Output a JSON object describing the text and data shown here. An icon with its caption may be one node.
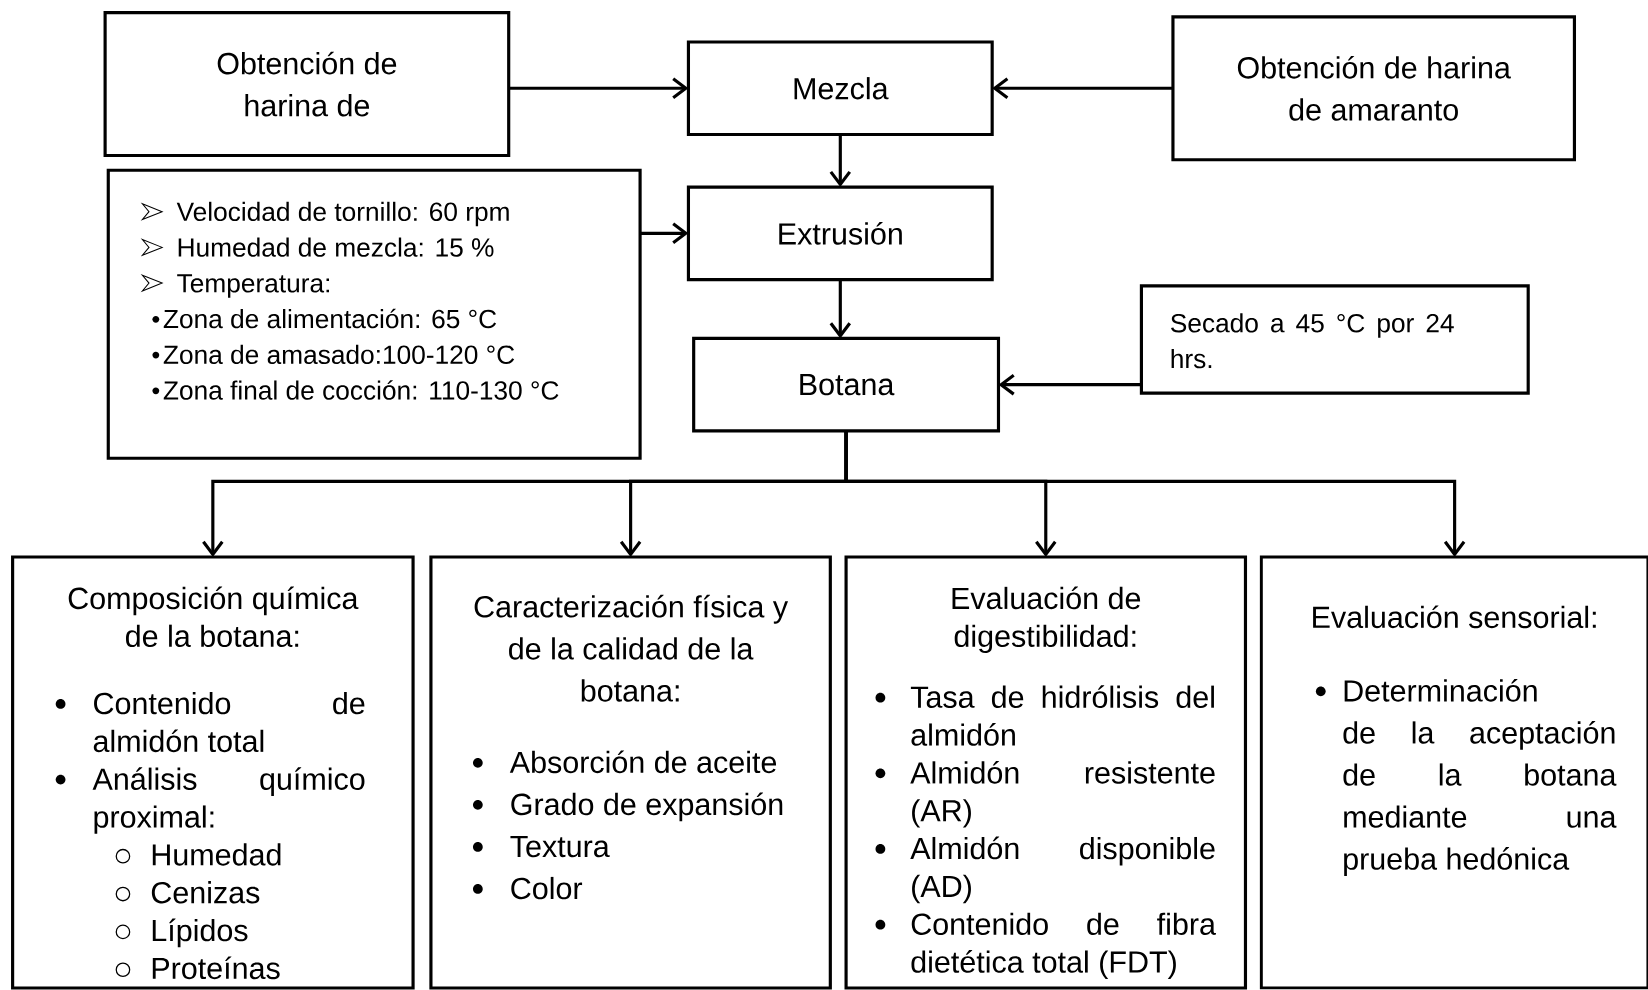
{
  "diagram": {
    "nodes": [
      {
        "text": [
          "Obtención de harina de"
        ]
      },
      {
        "text": [
          "Mezcla"
        ]
      },
      {
        "text": [
          "Obtención de harina de amaranto"
        ]
      },
      {
        "text": [
          "Velocidad de tornillo: 60 rpm",
          "Humedad de mezcla: 15 %",
          "Temperatura:",
          "Zona de alimentación: 65 °C",
          "Zona de amasado:100-120 °C",
          "Zona final de cocción: 110-130 °C"
        ]
      },
      {
        "text": [
          "Extrusión"
        ]
      },
      {
        "text": [
          "Secado a 45 °C por 24 hrs."
        ]
      },
      {
        "text": [
          "Botana"
        ]
      },
      {
        "text": [
          "Composición química de la botana:",
          "Contenido de almidón total",
          "Análisis químico proximal:",
          "Humedad",
          "Cenizas",
          "Lípidos",
          "Proteínas"
        ]
      },
      {
        "text": [
          "Caracterización física y de la calidad de la botana:",
          "Absorción de aceite",
          "Grado de expansión",
          "Textura",
          "Color"
        ]
      },
      {
        "text": [
          "Evaluación de digestibilidad:",
          "Tasa de hidrólisis del almidón",
          "Almidón resistente (AR)",
          "Almidón disponible (AD)",
          "Contenido de fibra dietética total (FDT)"
        ]
      },
      {
        "text": [
          "Evaluación sensorial:",
          "Determinación de la aceptación de la botana mediante una prueba hedónica"
        ]
      }
    ],
    "edges": [
      {
        "from": 0,
        "to": 1,
        "arrow": "to"
      },
      {
        "from": 2,
        "to": 1,
        "arrow": "to"
      },
      {
        "from": 1,
        "to": 4,
        "arrow": "to"
      },
      {
        "from": 3,
        "to": 4,
        "arrow": "to"
      },
      {
        "from": 4,
        "to": 6,
        "arrow": "to"
      },
      {
        "from": 5,
        "to": 6,
        "arrow": "to"
      },
      {
        "from": 6,
        "to": 7,
        "arrow": "to"
      },
      {
        "from": 6,
        "to": 8,
        "arrow": "to"
      },
      {
        "from": 6,
        "to": 9,
        "arrow": "to"
      },
      {
        "from": 6,
        "to": 10,
        "arrow": "to"
      }
    ]
  }
}
